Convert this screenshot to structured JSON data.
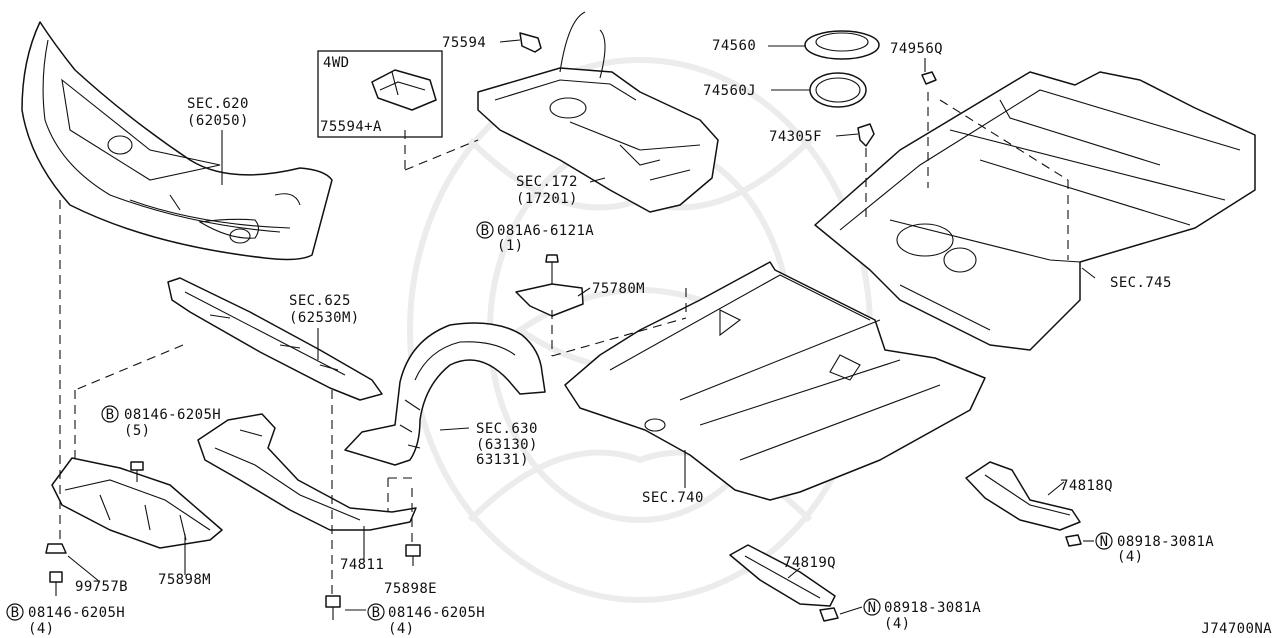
{
  "figure_code": "J74700NA",
  "labels": {
    "sec620": "SEC.620",
    "sec620_sub": "(62050)",
    "box_4wd": "4WD",
    "p75594a": "75594+A",
    "p75594": "75594",
    "sec172": "SEC.172",
    "sec172_sub": "(17201)",
    "p74560": "74560",
    "p74560j": "74560J",
    "p74956q": "74956Q",
    "p74305f": "74305F",
    "sec745": "SEC.745",
    "bolt_081a6": "081A6-6121A",
    "bolt_081a6_qty": "(1)",
    "p75780m": "75780M",
    "sec625": "SEC.625",
    "sec625_sub": "(62530M)",
    "bolt_08146_a": "08146-6205H",
    "bolt_08146_a_qty": "(5)",
    "sec630": "SEC.630",
    "sec630_sub1": "(63130)",
    "sec630_sub2": "63131)",
    "sec740": "SEC.740",
    "p74818q": "74818Q",
    "nut_08918_a": "08918-3081A",
    "nut_08918_a_qty": "(4)",
    "p99757b": "99757B",
    "p75898m": "75898M",
    "p74811": "74811",
    "p75898e": "75898E",
    "p74819q": "74819Q",
    "bolt_08146_b": "08146-6205H",
    "bolt_08146_b_qty": "(4)",
    "bolt_08146_c": "08146-6205H",
    "bolt_08146_c_qty": "(4)",
    "nut_08918_b": "08918-3081A",
    "nut_08918_b_qty": "(4)",
    "sym_b": "B",
    "sym_n": "N"
  }
}
